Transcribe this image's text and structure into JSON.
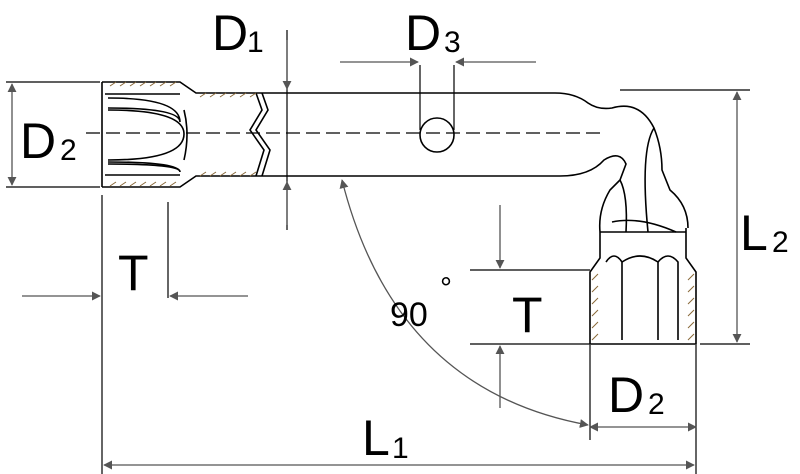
{
  "labels": {
    "d1": "D",
    "d1_sub": "1",
    "d3": "D",
    "d3_sub": "3",
    "d2_left": "D",
    "d2_left_sub": "2",
    "d2_bottom": "D",
    "d2_bottom_sub": "2",
    "t_left": "T",
    "t_right": "T",
    "l1": "L",
    "l1_sub": "1",
    "l2": "L",
    "l2_sub": "2",
    "angle": "90",
    "degree": "°"
  },
  "colors": {
    "line": "#000000",
    "hatch": "#8a6a3a",
    "arrow": "#555555"
  }
}
